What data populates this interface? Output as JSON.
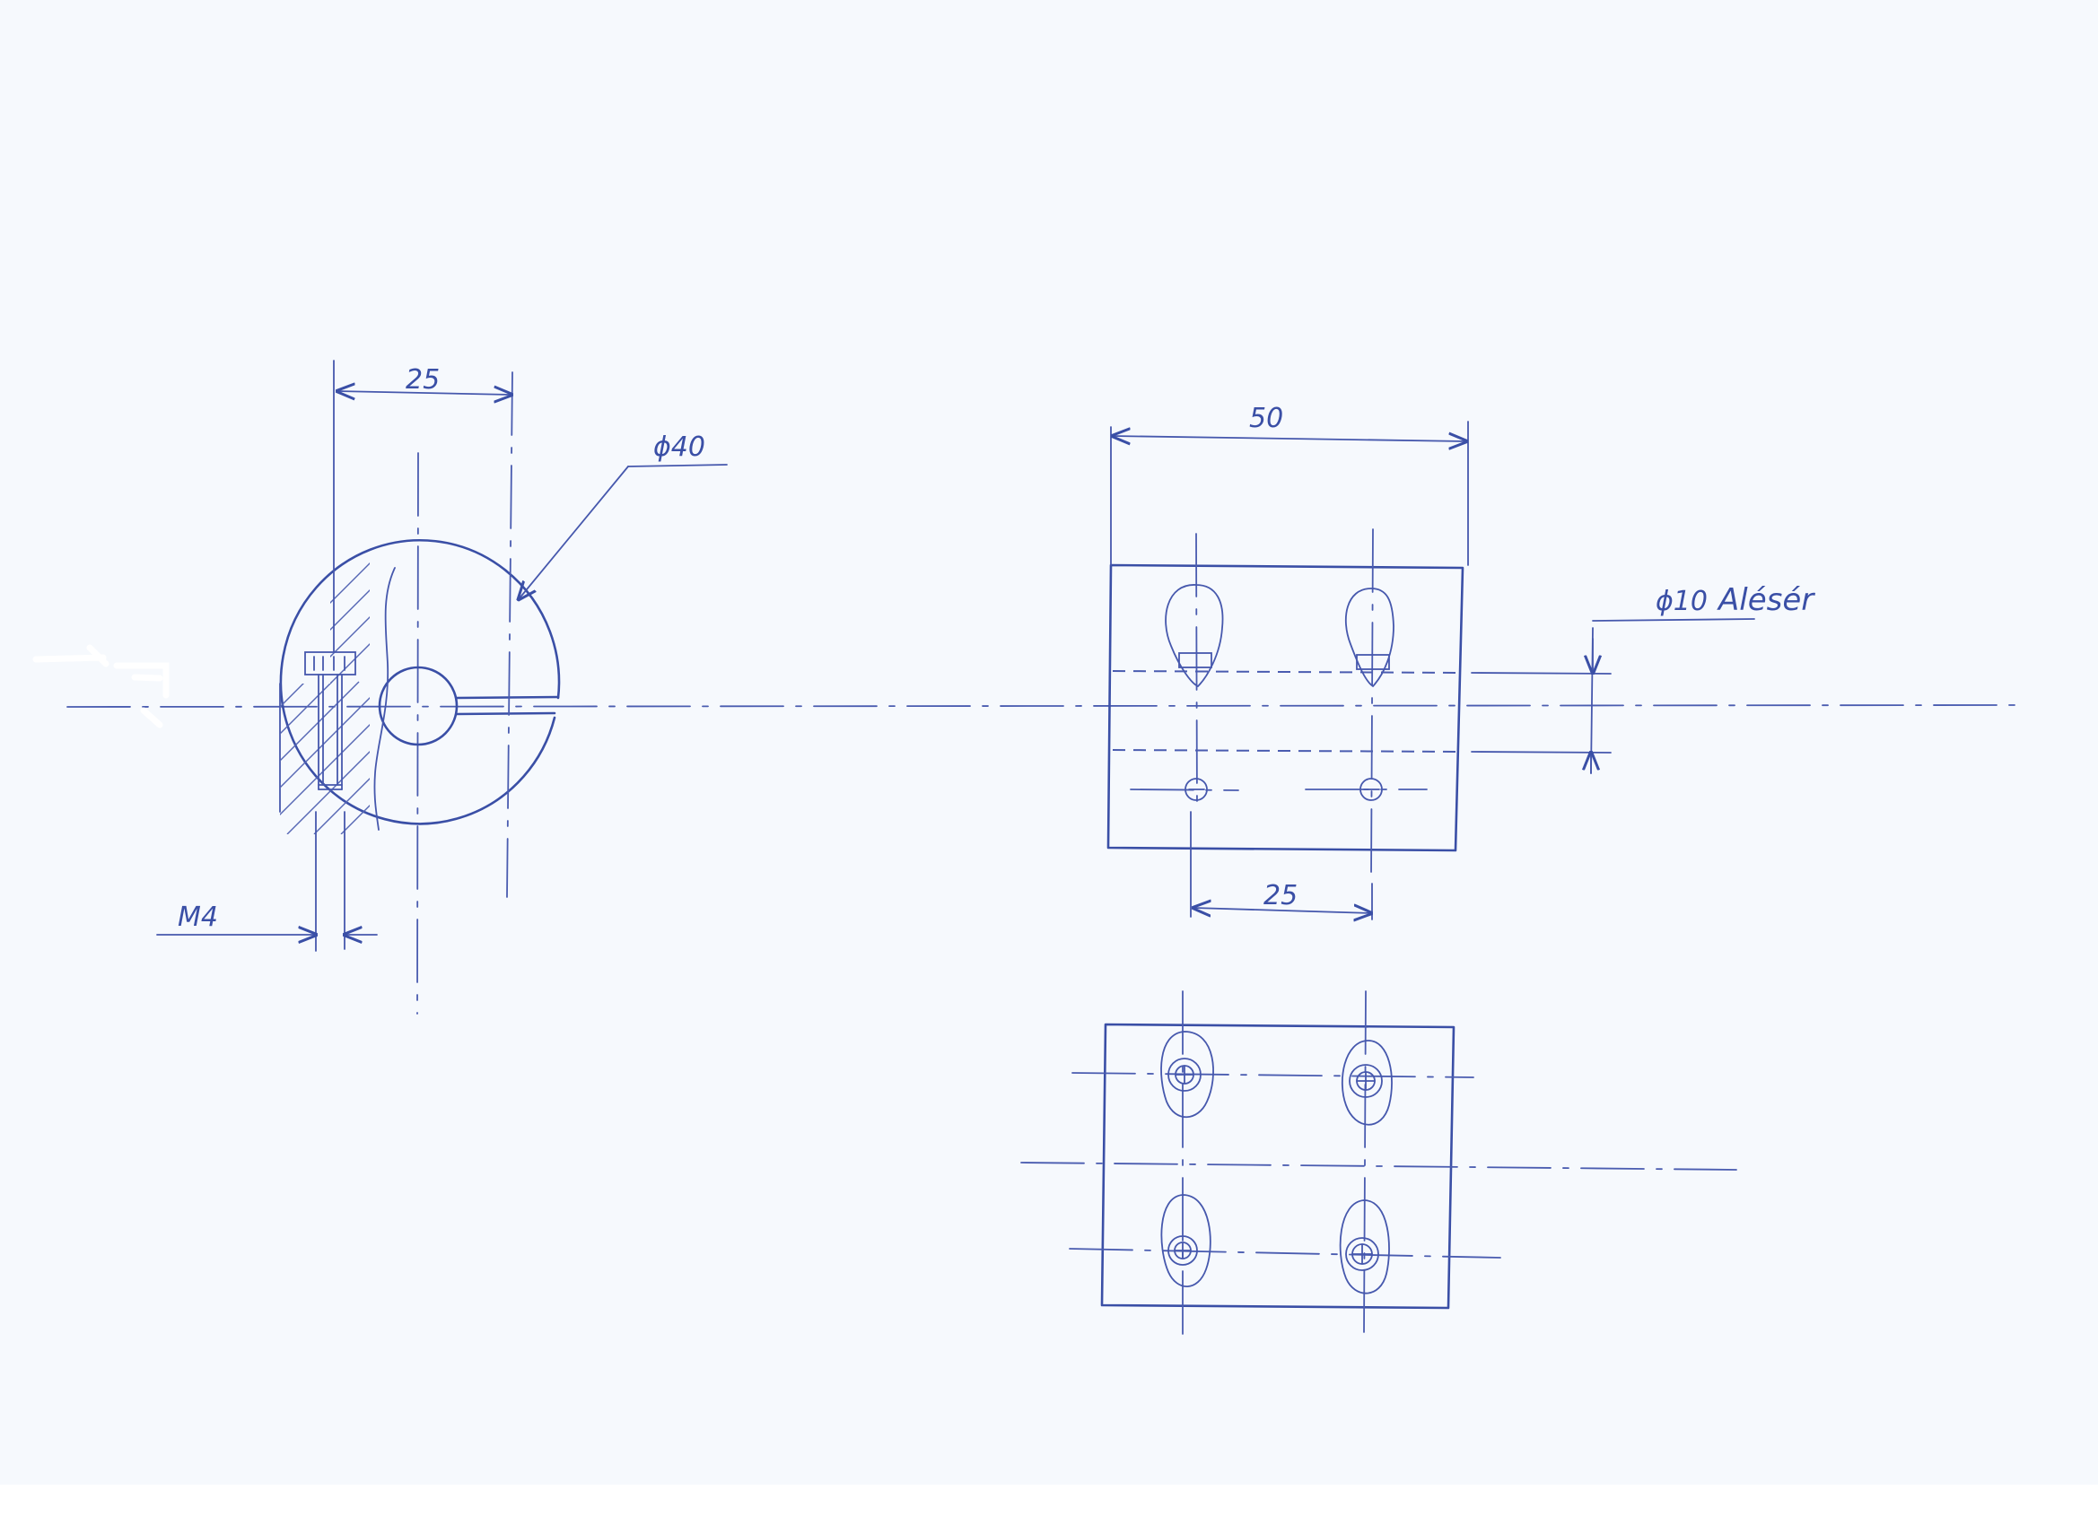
{
  "side_view": {
    "width_dim": "25",
    "diameter_dim": "ϕ40",
    "screw_dim": "M4"
  },
  "front_view": {
    "width_dim": "50",
    "spacing_dim": "25",
    "bore_dim": "ϕ10",
    "bore_note": "Alésér"
  },
  "colors": {
    "ink": "#3a4fa6",
    "paper": "#f6f9fd"
  }
}
